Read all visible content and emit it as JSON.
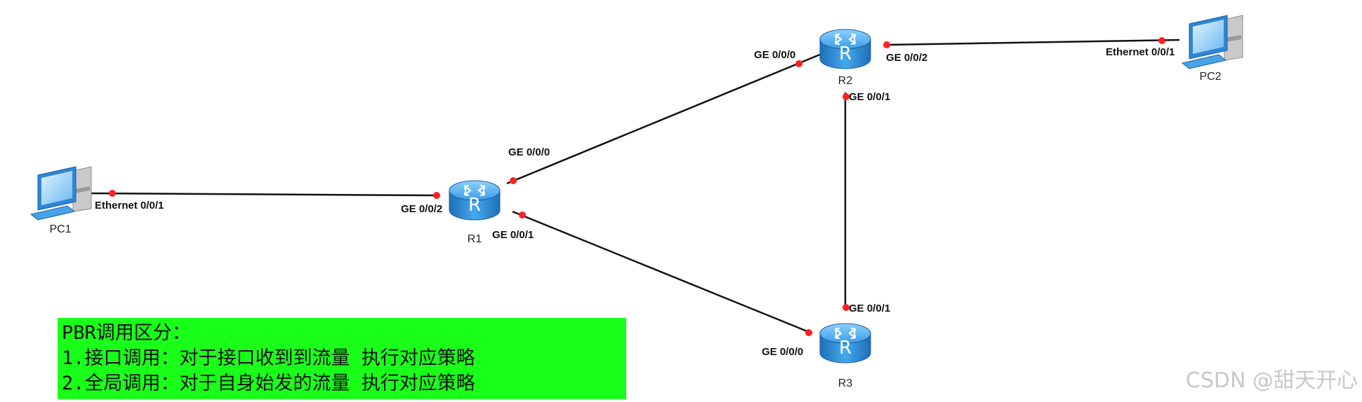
{
  "devices": {
    "pc1": {
      "label": "PC1"
    },
    "pc2": {
      "label": "PC2"
    },
    "r1": {
      "label": "R1",
      "glyph": "R"
    },
    "r2": {
      "label": "R2",
      "glyph": "R"
    },
    "r3": {
      "label": "R3",
      "glyph": "R"
    }
  },
  "ports": {
    "pc1_eth": "Ethernet 0/0/1",
    "r1_g2": "GE 0/0/2",
    "r1_g0": "GE 0/0/0",
    "r1_g1": "GE 0/0/1",
    "r2_g0": "GE 0/0/0",
    "r2_g2": "GE 0/0/2",
    "r2_g1": "GE 0/0/1",
    "pc2_eth": "Ethernet 0/0/1",
    "r3_g1": "GE 0/0/1",
    "r3_g0": "GE 0/0/0"
  },
  "note": {
    "line1": "PBR调用区分：",
    "line2": "1.接口调用：对于接口收到到流量 执行对应策略",
    "line3": "2.全局调用：对于自身始发的流量 执行对应策略"
  },
  "watermark": "CSDN @甜天开心",
  "colors": {
    "link": "#111111",
    "port_dot": "#ff2020",
    "router_body": "#2f8fd8",
    "note_bg": "#1aff1a"
  },
  "icons": {
    "router": "router-icon",
    "pc": "pc-icon"
  }
}
